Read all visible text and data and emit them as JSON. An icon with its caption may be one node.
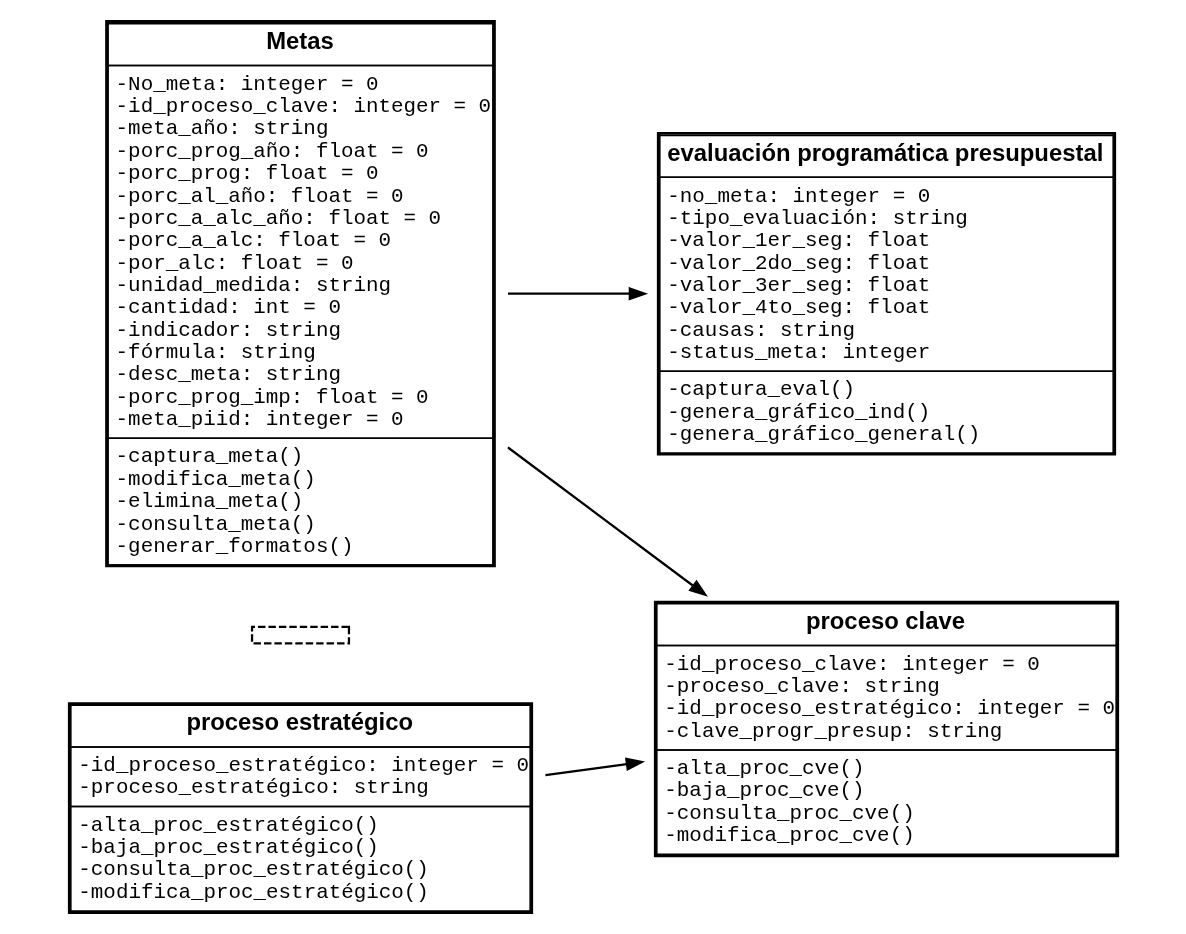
{
  "diagram": {
    "nodes": [
      {
        "text": [
          "proceso estratégico",
          "-id_proceso_estratégico: integer = 0",
          "-proceso_estratégico: string",
          "-alta_proc_estratégico()",
          "-baja_proc_estratégico()",
          "-consulta_proc_estratégico()",
          "-modifica_proc_estratégico()"
        ]
      },
      {
        "text": [],
        "shape": "box"
      },
      {
        "text": [
          "proceso clave",
          "-id_proceso_clave: integer = 0",
          "-proceso_clave: string",
          "-id_proceso_estratégico: integer = 0",
          "-clave_progr_presup: string",
          "-alta_proc_cve()",
          "-baja_proc_cve()",
          "-consulta_proc_cve()",
          "-modifica_proc_cve()"
        ]
      },
      {
        "text": [
          "Metas",
          "-No_meta: integer = 0",
          "-id_proceso_clave: integer = 0",
          "-meta_año: string",
          "-porc_prog_año: float = 0",
          "-porc_prog: float = 0",
          "-porc_al_año: float = 0",
          "-porc_a_alc_año: float = 0",
          "-porc_a_alc: float = 0",
          "-por_alc: float = 0",
          "-unidad_medida: string",
          "-cantidad: int = 0",
          "-indicador: string",
          "-fórmula: string",
          "-desc_meta: string",
          "-porc_prog_imp: float = 0",
          "-meta_piid: integer = 0",
          "-captura_meta()",
          "-modifica_meta()",
          "-elimina_meta()",
          "-consulta_meta()",
          "-generar_formatos()"
        ]
      },
      {
        "text": [
          "evaluación programática presupuestal",
          "-no_meta: integer = 0",
          "-tipo_evaluación: string",
          "-valor_1er_seg: float",
          "-valor_2do_seg: float",
          "-valor_3er_seg: float",
          "-valor_4to_seg: float",
          "-causas: string",
          "-status_meta: integer",
          "-captura_eval()",
          "-genera_gráfico_ind()",
          "-genera_gráfico_general()"
        ]
      }
    ],
    "edges": [
      {
        "from": 0,
        "to": 2,
        "arrow": "to"
      },
      {
        "from": 3,
        "to": 2,
        "arrow": "to"
      },
      {
        "from": 3,
        "to": 4,
        "arrow": "to"
      }
    ]
  }
}
